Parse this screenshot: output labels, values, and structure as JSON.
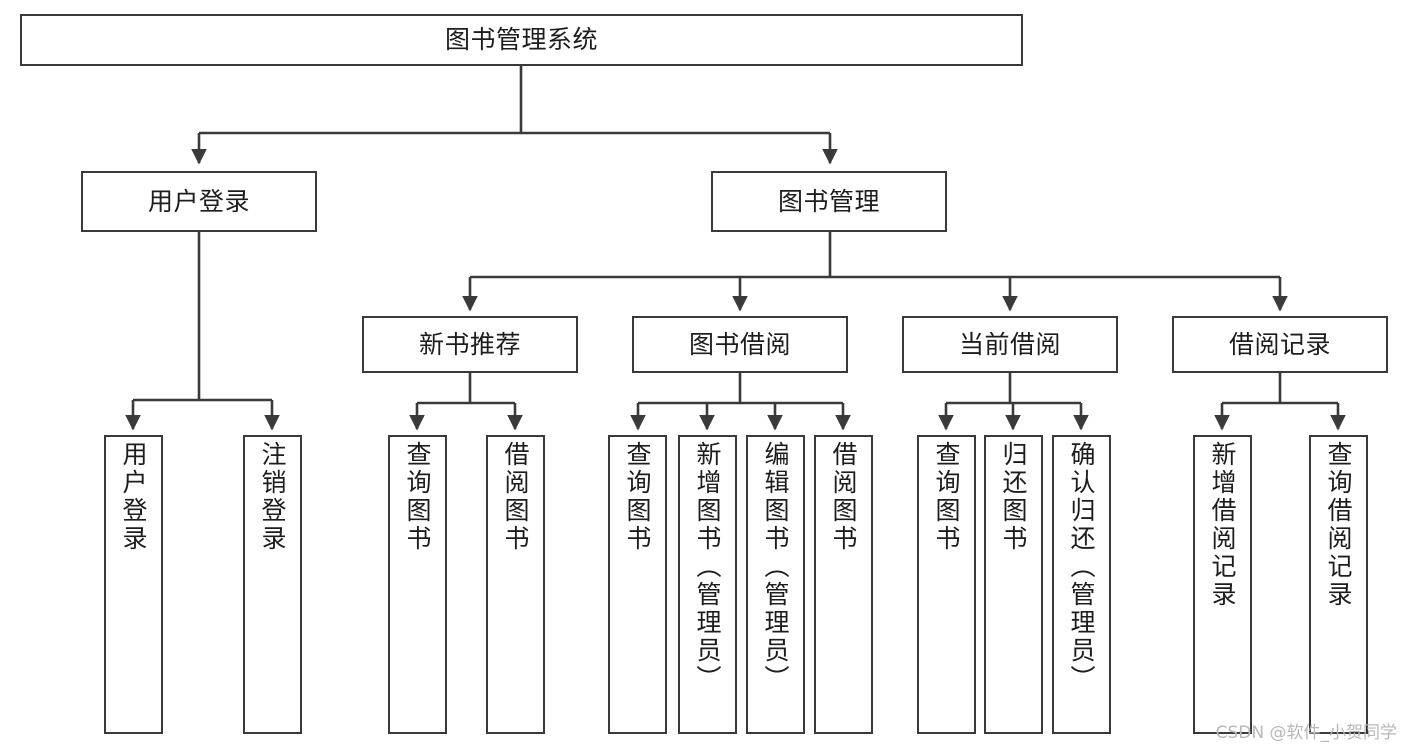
{
  "diagram": {
    "title": "图书管理系统",
    "watermark": "CSDN @软件_小贺同学",
    "line_color": "#3a3a3a",
    "text_color": "#1d1d1d",
    "background": "#ffffff",
    "nodes": {
      "root": {
        "label": "图书管理系统"
      },
      "level2": [
        {
          "label": "用户登录"
        },
        {
          "label": "图书管理"
        }
      ],
      "level3": [
        {
          "label": "新书推荐"
        },
        {
          "label": "图书借阅"
        },
        {
          "label": "当前借阅"
        },
        {
          "label": "借阅记录"
        }
      ],
      "leaves_user_login": [
        {
          "label": "用户登录"
        },
        {
          "label": "注销登录"
        }
      ],
      "leaves_new_book": [
        {
          "label": "查询图书"
        },
        {
          "label": "借阅图书"
        }
      ],
      "leaves_borrow": [
        {
          "label": "查询图书"
        },
        {
          "label": "新增图书（管理员）"
        },
        {
          "label": "编辑图书（管理员）"
        },
        {
          "label": "借阅图书"
        }
      ],
      "leaves_current": [
        {
          "label": "查询图书"
        },
        {
          "label": "归还图书"
        },
        {
          "label": "确认归还（管理员）"
        }
      ],
      "leaves_record": [
        {
          "label": "新增借阅记录"
        },
        {
          "label": "查询借阅记录"
        }
      ]
    }
  }
}
